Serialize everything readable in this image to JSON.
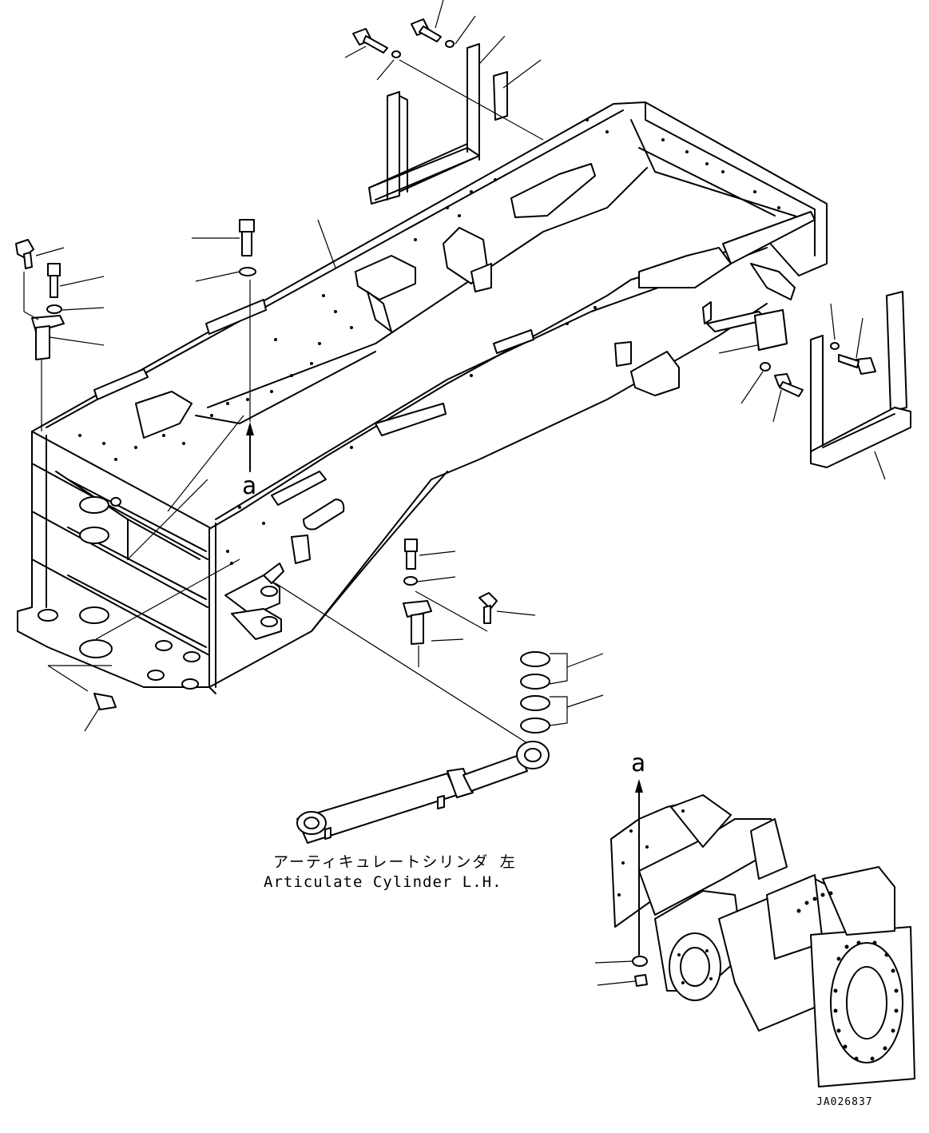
{
  "caption": {
    "japanese": "アーティキュレートシリンダ 左",
    "english": "Articulate Cylinder L.H."
  },
  "reference_marker": "a",
  "drawing_number": "JA026837"
}
